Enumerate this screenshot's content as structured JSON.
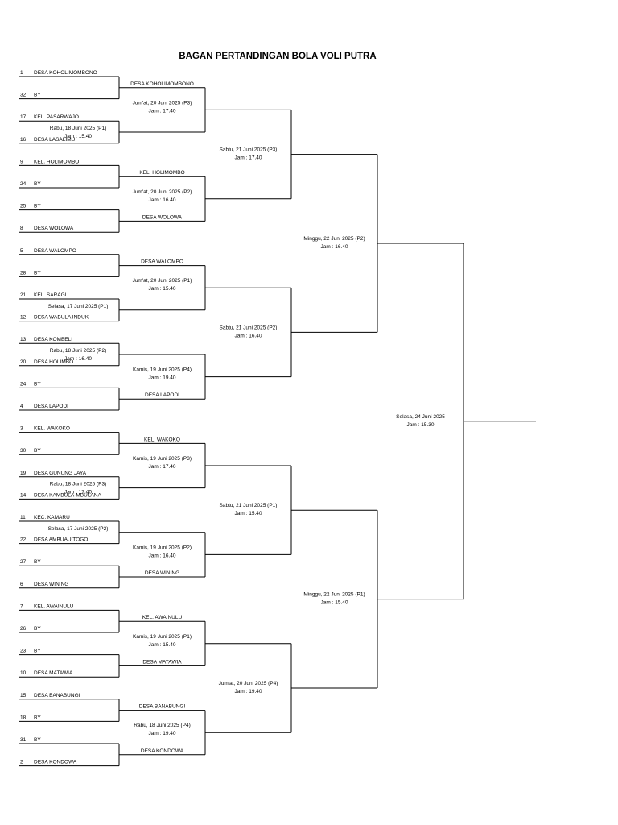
{
  "title": "BAGAN PERTANDINGAN BOLA VOLI PUTRA",
  "entries": [
    {
      "seed": "1",
      "name": "DESA KOHOLIMOMBONO"
    },
    {
      "seed": "32",
      "name": "BY"
    },
    {
      "seed": "17",
      "name": "KEL. PASARWAJO"
    },
    {
      "seed": "16",
      "name": "DESA LASALIMU"
    },
    {
      "seed": "9",
      "name": "KEL. HOLIMOMBO"
    },
    {
      "seed": "24",
      "name": "BY"
    },
    {
      "seed": "25",
      "name": "BY"
    },
    {
      "seed": "8",
      "name": "DESA WOLOWA"
    },
    {
      "seed": "5",
      "name": "DESA WALOMPO"
    },
    {
      "seed": "28",
      "name": "BY"
    },
    {
      "seed": "21",
      "name": "KEL. SARAGI"
    },
    {
      "seed": "12",
      "name": "DESA WABULA INDUK"
    },
    {
      "seed": "13",
      "name": "DESA KOMBELI"
    },
    {
      "seed": "20",
      "name": "DESA HOLIMBO"
    },
    {
      "seed": "24",
      "name": "BY"
    },
    {
      "seed": "4",
      "name": "DESA LAPODI"
    },
    {
      "seed": "3",
      "name": "KEL. WAKOKO"
    },
    {
      "seed": "30",
      "name": "BY"
    },
    {
      "seed": "19",
      "name": "DESA GUNUNG JAYA"
    },
    {
      "seed": "14",
      "name": "DESA KAMBULA-MBULANA"
    },
    {
      "seed": "11",
      "name": "KEC. KAMARU"
    },
    {
      "seed": "22",
      "name": "DESA AMBUAU TOGO"
    },
    {
      "seed": "27",
      "name": "BY"
    },
    {
      "seed": "6",
      "name": "DESA WINING"
    },
    {
      "seed": "7",
      "name": "KEL. AWAINULU"
    },
    {
      "seed": "26",
      "name": "BY"
    },
    {
      "seed": "23",
      "name": "BY"
    },
    {
      "seed": "10",
      "name": "DESA MATAWIA"
    },
    {
      "seed": "15",
      "name": "DESA BANABUNGI"
    },
    {
      "seed": "18",
      "name": "BY"
    },
    {
      "seed": "31",
      "name": "BY"
    },
    {
      "seed": "2",
      "name": "DESA KONDOWA"
    }
  ],
  "round1": [
    {
      "winner": "DESA KOHOLIMOMBONO",
      "date": "",
      "time": ""
    },
    {
      "winner": "",
      "date": "Rabu, 18 Juni 2025 (P1)",
      "time": "Jam : 15.40"
    },
    {
      "winner": "KEL. HOLIMOMBO",
      "date": "",
      "time": ""
    },
    {
      "winner": "DESA WOLOWA",
      "date": "",
      "time": ""
    },
    {
      "winner": "DESA WALOMPO",
      "date": "",
      "time": ""
    },
    {
      "winner": "",
      "date": "Selasa, 17 Juni 2025 (P1)",
      "time": ""
    },
    {
      "winner": "",
      "date": "Rabu, 18 Juni 2025 (P2)",
      "time": "Jam : 16.40"
    },
    {
      "winner": "DESA LAPODI",
      "date": "",
      "time": ""
    },
    {
      "winner": "KEL. WAKOKO",
      "date": "",
      "time": ""
    },
    {
      "winner": "",
      "date": "Rabu, 18 Juni 2025 (P3)",
      "time": "Jam : 17.40"
    },
    {
      "winner": "",
      "date": "Selasa, 17 Juni 2025 (P2)",
      "time": ""
    },
    {
      "winner": "DESA WINING",
      "date": "",
      "time": ""
    },
    {
      "winner": "KEL. AWAINULU",
      "date": "",
      "time": ""
    },
    {
      "winner": "DESA MATAWIA",
      "date": "",
      "time": ""
    },
    {
      "winner": "DESA BANABUNGI",
      "date": "",
      "time": ""
    },
    {
      "winner": "DESA KONDOWA",
      "date": "",
      "time": ""
    }
  ],
  "round2": [
    {
      "date": "Jum'at, 20 Juni 2025 (P3)",
      "time": "Jam : 17.40"
    },
    {
      "date": "Jum'at, 20 Juni 2025 (P2)",
      "time": "Jam : 16.40"
    },
    {
      "date": "Jum'at, 20 Juni 2025 (P1)",
      "time": "Jam : 15.40"
    },
    {
      "date": "Kamis, 19 Juni 2025 (P4)",
      "time": "Jam : 19.40"
    },
    {
      "date": "Kamis, 19 Juni 2025 (P3)",
      "time": "Jam : 17.40"
    },
    {
      "date": "Kamis, 19 Juni 2025 (P2)",
      "time": "Jam : 16.40"
    },
    {
      "date": "Kamis, 19 Juni 2025 (P1)",
      "time": "Jam : 15.40"
    },
    {
      "date": "Rabu, 18 Juni 2025 (P4)",
      "time": "Jam : 19.40"
    }
  ],
  "round3": [
    {
      "date": "Sabtu, 21 Juni 2025 (P3)",
      "time": "Jam : 17.40"
    },
    {
      "date": "Sabtu, 21 Juni 2025 (P2)",
      "time": "Jam : 16.40"
    },
    {
      "date": "Sabtu, 21 Juni 2025 (P1)",
      "time": "Jam : 15.40"
    },
    {
      "date": "Jum'at, 20 Juni 2025 (P4)",
      "time": "Jam : 19.40"
    }
  ],
  "round4": [
    {
      "date": "Minggu, 22 Juni 2025 (P2)",
      "time": "Jam : 16.40"
    },
    {
      "date": "Minggu, 22 Juni 2025 (P1)",
      "time": "Jam : 15.40"
    }
  ],
  "final": {
    "date": "Selasa, 24 Juni 2025",
    "time": "Jam : 15.30"
  }
}
